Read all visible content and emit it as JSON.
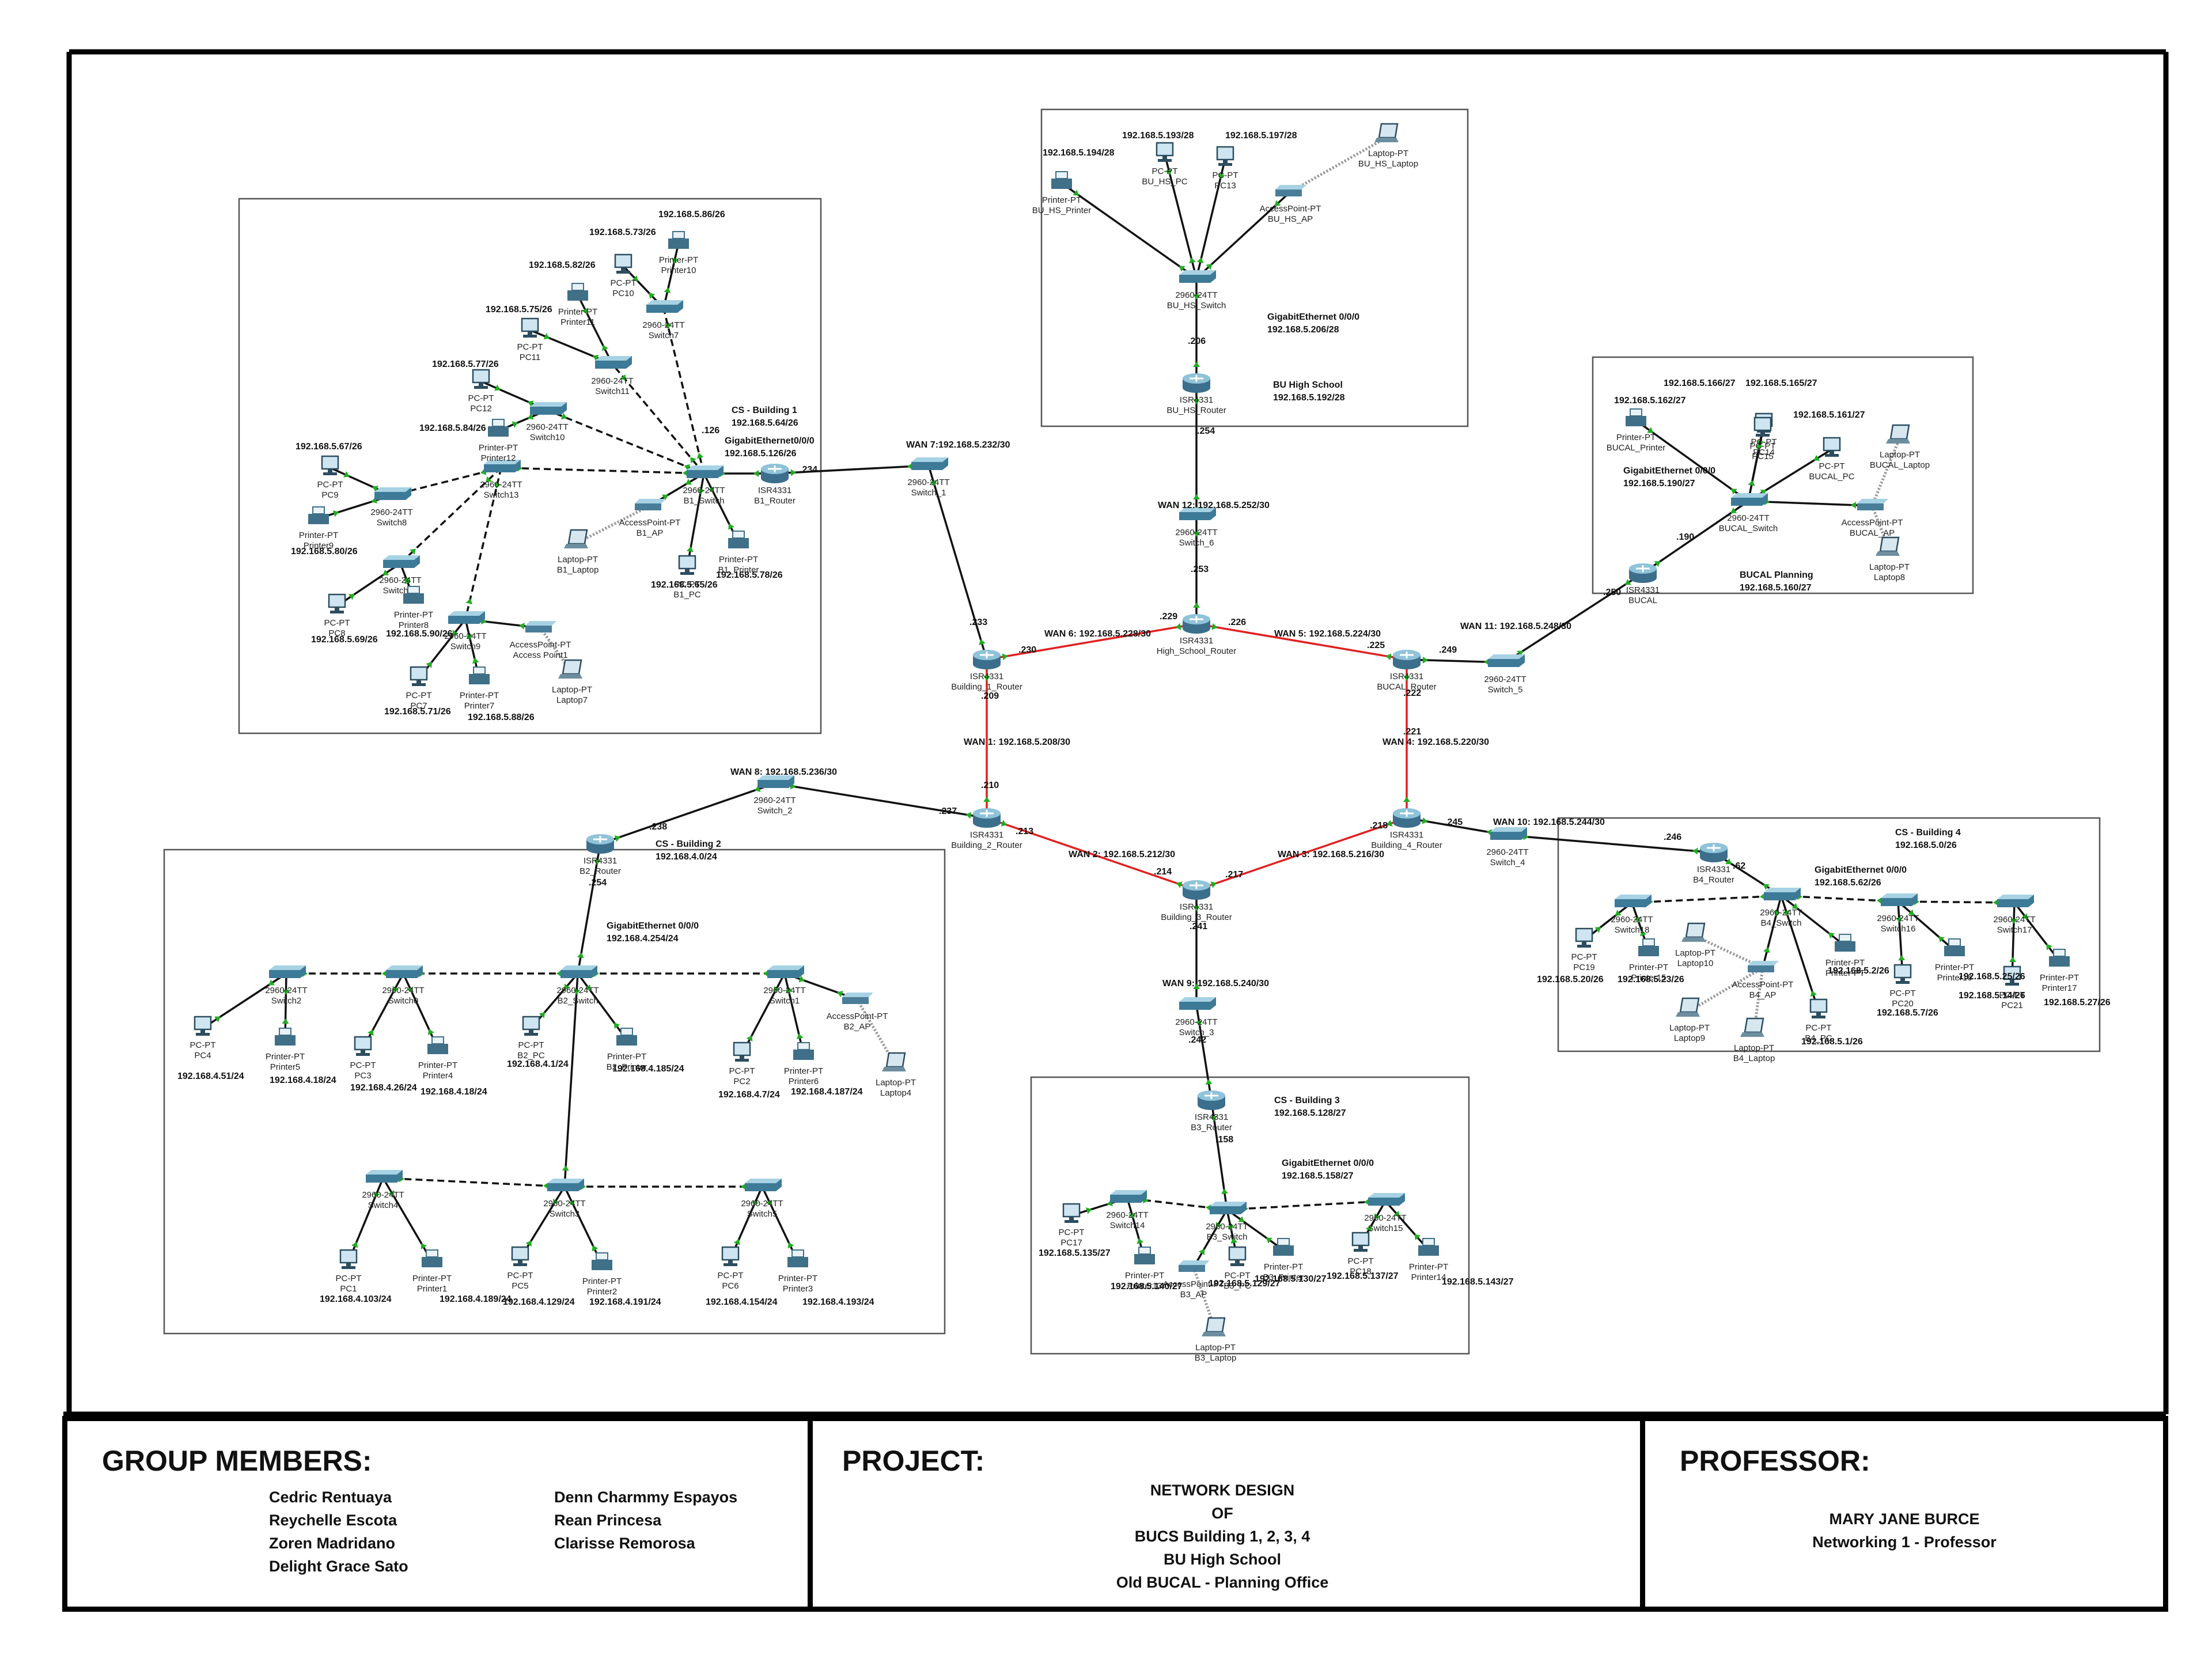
{
  "footer": {
    "group_heading": "GROUP MEMBERS:",
    "members_left": [
      "Cedric Rentuaya",
      "Reychelle Escota",
      "Zoren Madridano",
      "Delight Grace Sato"
    ],
    "members_right": [
      "Denn Charmmy Espayos",
      "Rean Princesa",
      "Clarisse Remorosa"
    ],
    "project_heading": "PROJECT:",
    "project_lines": [
      "NETWORK DESIGN",
      "OF",
      "BUCS Building 1, 2, 3, 4",
      "BU High School",
      "Old BUCAL - Planning Office"
    ],
    "professor_heading": "PROFESSOR:",
    "professor_lines": [
      "MARY JANE BURCE",
      "Networking 1 - Professor"
    ]
  },
  "areas": [
    {
      "id": "hs",
      "lines": [
        "BU High School",
        "192.168.5.192/28"
      ],
      "iface": [
        "GigabitEthernet 0/0/0",
        "192.168.5.206/28"
      ]
    },
    {
      "id": "b1",
      "lines": [
        "CS - Building 1",
        "192.168.5.64/26"
      ],
      "iface": [
        "GigabitEthernet0/0/0",
        "192.168.5.126/26"
      ]
    },
    {
      "id": "bucal",
      "lines": [
        "BUCAL Planning",
        "192.168.5.160/27"
      ],
      "iface": [
        "GigabitEthernet 0/0/0",
        "192.168.5.190/27"
      ]
    },
    {
      "id": "b2",
      "lines": [
        "CS - Building 2",
        "192.168.4.0/24"
      ],
      "iface": [
        "GigabitEthernet 0/0/0",
        "192.168.4.254/24"
      ]
    },
    {
      "id": "b3",
      "lines": [
        "CS - Building 3",
        "192.168.5.128/27"
      ],
      "iface": [
        "GigabitEthernet 0/0/0",
        "192.168.5.158/27"
      ]
    },
    {
      "id": "b4",
      "lines": [
        "CS - Building 4",
        "192.168.5.0/26"
      ],
      "iface": [
        "GigabitEthernet 0/0/0",
        "192.168.5.62/26"
      ]
    }
  ],
  "wan_labels": [
    "WAN 1: 192.168.5.208/30",
    "WAN 2: 192.168.5.212/30",
    "WAN 3: 192.168.5.216/30",
    "WAN 4: 192.168.5.220/30",
    "WAN 5: 192.168.5.224/30",
    "WAN 6: 192.168.5.228/30",
    "WAN 7:192.168.5.232/30",
    "WAN 8: 192.168.5.236/30",
    "WAN 9: 192.168.5.240/30",
    "WAN 10: 192.168.5.244/30",
    "WAN 11: 192.168.5.248/30",
    "WAN 12: 192.168.5.252/30"
  ],
  "iface_octets": [
    ".233",
    ".230",
    ".209",
    ".210",
    ".237",
    ".213",
    ".214",
    ".217",
    ".241",
    ".218",
    ".245",
    ".221",
    ".222",
    ".225",
    ".249",
    ".229",
    ".226",
    ".253",
    ".254",
    ".234",
    ".126",
    ".238",
    ".254",
    ".242",
    ".158",
    ".246",
    ".62",
    ".250",
    ".190",
    ".206"
  ],
  "devices": [
    {
      "type": "router",
      "model": "ISR4331",
      "name": "Building_1_Router"
    },
    {
      "type": "router",
      "model": "ISR4331",
      "name": "High_School_Router"
    },
    {
      "type": "router",
      "model": "ISR4331",
      "name": "BUCAL_Router"
    },
    {
      "type": "router",
      "model": "ISR4331",
      "name": "Building_2_Router"
    },
    {
      "type": "router",
      "model": "ISR4331",
      "name": "Building_3_Router"
    },
    {
      "type": "router",
      "model": "ISR4331",
      "name": "Building_4_Router"
    },
    {
      "type": "router",
      "model": "ISR4331",
      "name": "B1_Router"
    },
    {
      "type": "router",
      "model": "ISR4331",
      "name": "BU_HS_Router"
    },
    {
      "type": "router",
      "model": "ISR4331",
      "name": "BUCAL"
    },
    {
      "type": "router",
      "model": "ISR4331",
      "name": "B2_Router"
    },
    {
      "type": "router",
      "model": "ISR4331",
      "name": "B3_Router"
    },
    {
      "type": "router",
      "model": "ISR4331",
      "name": "B4_Router"
    },
    {
      "type": "switch",
      "model": "2960-24TT",
      "name": "Switch_1"
    },
    {
      "type": "switch",
      "model": "2960-24TT",
      "name": "Switch_2"
    },
    {
      "type": "switch",
      "model": "2960-24TT",
      "name": "Switch_3"
    },
    {
      "type": "switch",
      "model": "2960-24TT",
      "name": "Switch_4"
    },
    {
      "type": "switch",
      "model": "2960-24TT",
      "name": "Switch_5"
    },
    {
      "type": "switch",
      "model": "2960-24TT",
      "name": "Switch_6"
    },
    {
      "type": "switch",
      "model": "2960-24TT",
      "name": "BU_HS_Switch"
    },
    {
      "type": "switch",
      "model": "2960-24TT",
      "name": "BUCAL_Switch"
    },
    {
      "type": "switch",
      "model": "2960-24TT",
      "name": "B1_Switch"
    },
    {
      "type": "switch",
      "model": "2960-24TT",
      "name": "Switch7"
    },
    {
      "type": "switch",
      "model": "2960-24TT",
      "name": "Switch11"
    },
    {
      "type": "switch",
      "model": "2960-24TT",
      "name": "Switch10"
    },
    {
      "type": "switch",
      "model": "2960-24TT",
      "name": "Switch13"
    },
    {
      "type": "switch",
      "model": "2960-24TT",
      "name": "Switch8"
    },
    {
      "type": "switch",
      "model": "2960-24TT",
      "name": "Switch12"
    },
    {
      "type": "switch",
      "model": "2960-24TT",
      "name": "Switch9"
    },
    {
      "type": "switch",
      "model": "2960-24TT",
      "name": "B2_Switch"
    },
    {
      "type": "switch",
      "model": "2960-24TT",
      "name": "Switch2"
    },
    {
      "type": "switch",
      "model": "2960-24TT",
      "name": "Switch0"
    },
    {
      "type": "switch",
      "model": "2960-24TT",
      "name": "Switch1"
    },
    {
      "type": "switch",
      "model": "2960-24TT",
      "name": "Switch4"
    },
    {
      "type": "switch",
      "model": "2960-24TT",
      "name": "Switch3"
    },
    {
      "type": "switch",
      "model": "2960-24TT",
      "name": "Switch5"
    },
    {
      "type": "switch",
      "model": "2960-24TT",
      "name": "B3_Switch"
    },
    {
      "type": "switch",
      "model": "2960-24TT",
      "name": "Switch14"
    },
    {
      "type": "switch",
      "model": "2960-24TT",
      "name": "Switch15"
    },
    {
      "type": "switch",
      "model": "2960-24TT",
      "name": "B4_Switch"
    },
    {
      "type": "switch",
      "model": "2960-24TT",
      "name": "Switch18"
    },
    {
      "type": "switch",
      "model": "2960-24TT",
      "name": "Switch16"
    },
    {
      "type": "switch",
      "model": "2960-24TT",
      "name": "Switch17"
    },
    {
      "type": "pc",
      "model": "PC-PT",
      "name": "BU_HS_PC"
    },
    {
      "type": "pc",
      "model": "PC-PT",
      "name": "PC13"
    },
    {
      "type": "printer",
      "model": "Printer-PT",
      "name": "BU_HS_Printer"
    },
    {
      "type": "ap",
      "model": "AccessPoint-PT",
      "name": "BU_HS_AP"
    },
    {
      "type": "laptop",
      "model": "Laptop-PT",
      "name": "BU_HS_Laptop"
    },
    {
      "type": "pc",
      "model": "PC-PT",
      "name": "PC14"
    },
    {
      "type": "pc",
      "model": "PC-PT",
      "name": "PC15"
    },
    {
      "type": "pc",
      "model": "PC-PT",
      "name": "BUCAL_PC"
    },
    {
      "type": "printer",
      "model": "Printer-PT",
      "name": "BUCAL_Printer"
    },
    {
      "type": "ap",
      "model": "AccessPoint-PT",
      "name": "BUCAL_AP"
    },
    {
      "type": "laptop",
      "model": "Laptop-PT",
      "name": "BUCAL_Laptop"
    },
    {
      "type": "laptop",
      "model": "Laptop-PT",
      "name": "Laptop8"
    },
    {
      "type": "pc",
      "model": "PC-PT",
      "name": "PC10"
    },
    {
      "type": "printer",
      "model": "Printer-PT",
      "name": "Printer10"
    },
    {
      "type": "printer",
      "model": "Printer-PT",
      "name": "Printer11"
    },
    {
      "type": "pc",
      "model": "PC-PT",
      "name": "PC11"
    },
    {
      "type": "pc",
      "model": "PC-PT",
      "name": "PC12"
    },
    {
      "type": "printer",
      "model": "Printer-PT",
      "name": "Printer12"
    },
    {
      "type": "pc",
      "model": "PC-PT",
      "name": "PC9"
    },
    {
      "type": "printer",
      "model": "Printer-PT",
      "name": "Printer9"
    },
    {
      "type": "pc",
      "model": "PC-PT",
      "name": "PC8"
    },
    {
      "type": "printer",
      "model": "Printer-PT",
      "name": "Printer8"
    },
    {
      "type": "pc",
      "model": "PC-PT",
      "name": "PC7"
    },
    {
      "type": "printer",
      "model": "Printer-PT",
      "name": "Printer7"
    },
    {
      "type": "ap",
      "model": "AccessPoint-PT",
      "name": "Access Point1"
    },
    {
      "type": "laptop",
      "model": "Laptop-PT",
      "name": "Laptop7"
    },
    {
      "type": "ap",
      "model": "AccessPoint-PT",
      "name": "B1_AP"
    },
    {
      "type": "laptop",
      "model": "Laptop-PT",
      "name": "B1_Laptop"
    },
    {
      "type": "pc",
      "model": "PC-PT",
      "name": "B1_PC"
    },
    {
      "type": "printer",
      "model": "Printer-PT",
      "name": "B1_Printer"
    },
    {
      "type": "pc",
      "model": "PC-PT",
      "name": "PC4"
    },
    {
      "type": "printer",
      "model": "Printer-PT",
      "name": "Printer5"
    },
    {
      "type": "pc",
      "model": "PC-PT",
      "name": "PC3"
    },
    {
      "type": "printer",
      "model": "Printer-PT",
      "name": "Printer4"
    },
    {
      "type": "pc",
      "model": "PC-PT",
      "name": "B2_PC"
    },
    {
      "type": "printer",
      "model": "Printer-PT",
      "name": "B2_Printer"
    },
    {
      "type": "pc",
      "model": "PC-PT",
      "name": "PC2"
    },
    {
      "type": "printer",
      "model": "Printer-PT",
      "name": "Printer6"
    },
    {
      "type": "ap",
      "model": "AccessPoint-PT",
      "name": "B2_AP"
    },
    {
      "type": "laptop",
      "model": "Laptop-PT",
      "name": "Laptop4"
    },
    {
      "type": "pc",
      "model": "PC-PT",
      "name": "PC1"
    },
    {
      "type": "printer",
      "model": "Printer-PT",
      "name": "Printer1"
    },
    {
      "type": "pc",
      "model": "PC-PT",
      "name": "PC5"
    },
    {
      "type": "printer",
      "model": "Printer-PT",
      "name": "Printer2"
    },
    {
      "type": "pc",
      "model": "PC-PT",
      "name": "PC6"
    },
    {
      "type": "printer",
      "model": "Printer-PT",
      "name": "Printer3"
    },
    {
      "type": "pc",
      "model": "PC-PT",
      "name": "PC17"
    },
    {
      "type": "printer",
      "model": "Printer-PT",
      "name": "Printer13"
    },
    {
      "type": "ap",
      "model": "AccessPoint-PT",
      "name": "B3_AP"
    },
    {
      "type": "laptop",
      "model": "Laptop-PT",
      "name": "B3_Laptop"
    },
    {
      "type": "pc",
      "model": "PC-PT",
      "name": "B3_PC"
    },
    {
      "type": "printer",
      "model": "Printer-PT",
      "name": "B3_Printer"
    },
    {
      "type": "pc",
      "model": "PC-PT",
      "name": "PC18"
    },
    {
      "type": "printer",
      "model": "Printer-PT",
      "name": "Printer14"
    },
    {
      "type": "pc",
      "model": "PC-PT",
      "name": "PC19"
    },
    {
      "type": "printer",
      "model": "Printer-PT",
      "name": "Printer15"
    },
    {
      "type": "laptop",
      "model": "Laptop-PT",
      "name": "Laptop10"
    },
    {
      "type": "ap",
      "model": "AccessPoint-PT",
      "name": "B4_AP"
    },
    {
      "type": "laptop",
      "model": "Laptop-PT",
      "name": "Laptop9"
    },
    {
      "type": "laptop",
      "model": "Laptop-PT",
      "name": "B4_Laptop"
    },
    {
      "type": "pc",
      "model": "PC-PT",
      "name": "B4_PC"
    },
    {
      "type": "printer",
      "model": "Printer-PT",
      "name": "Printer-PT"
    },
    {
      "type": "pc",
      "model": "PC-PT",
      "name": "PC20"
    },
    {
      "type": "printer",
      "model": "Printer-PT",
      "name": "Printer16"
    },
    {
      "type": "pc",
      "model": "PC-PT",
      "name": "PC21"
    },
    {
      "type": "printer",
      "model": "Printer-PT",
      "name": "Printer17"
    }
  ],
  "ip_labels": [
    "192.168.5.194/28",
    "192.168.5.193/28",
    "192.168.5.197/28",
    "192.168.5.166/27",
    "192.168.5.165/27",
    "192.168.5.162/27",
    "192.168.5.161/27",
    "192.168.5.86/26",
    "192.168.5.73/26",
    "192.168.5.82/26",
    "192.168.5.75/26",
    "192.168.5.77/26",
    "192.168.5.84/26",
    "192.168.5.67/26",
    "192.168.5.80/26",
    "192.168.5.69/26",
    "192.168.5.90/26",
    "192.168.5.71/26",
    "192.168.5.88/26",
    "192.168.5.65/26",
    "192.168.5.78/26",
    "192.168.4.51/24",
    "192.168.4.18/24",
    "192.168.4.26/24",
    "192.168.4.18/24",
    "192.168.4.1/24",
    "192.168.4.185/24",
    "192.168.4.7/24",
    "192.168.4.187/24",
    "192.168.4.103/24",
    "192.168.4.189/24",
    "192.168.4.129/24",
    "192.168.4.191/24",
    "192.168.4.154/24",
    "192.168.4.193/24",
    "192.168.5.135/27",
    "192.168.5.140/27",
    "192.168.5.129/27",
    "192.168.5.130/27",
    "192.168.5.137/27",
    "192.168.5.143/27",
    "192.168.5.20/26",
    "192.168.5.23/26",
    "192.168.5.2/26",
    "192.168.5.1/26",
    "192.168.5.7/26",
    "192.168.5.25/26",
    "192.168.5.14/26",
    "192.168.5.27/26"
  ]
}
